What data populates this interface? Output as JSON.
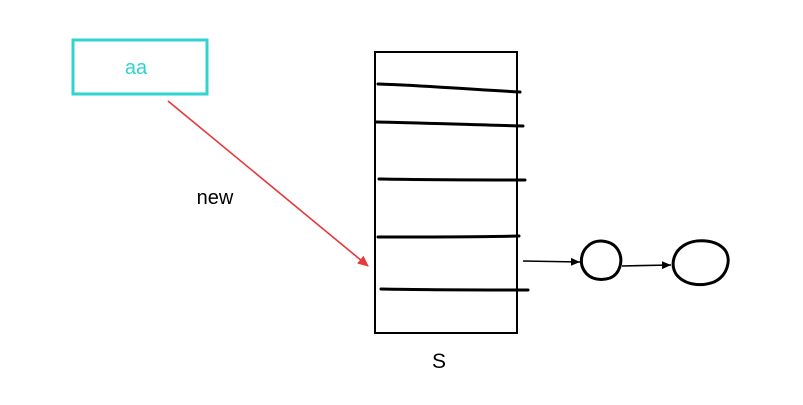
{
  "diagram": {
    "source_box_label": "aa",
    "arrow_label": "new",
    "array_label": "S",
    "colors": {
      "source_box": "#2fd3cf",
      "new_arrow": "#e8383a",
      "ink": "#000000",
      "background": "#ffffff"
    },
    "slot_count": 5,
    "linked_node_count": 2
  }
}
